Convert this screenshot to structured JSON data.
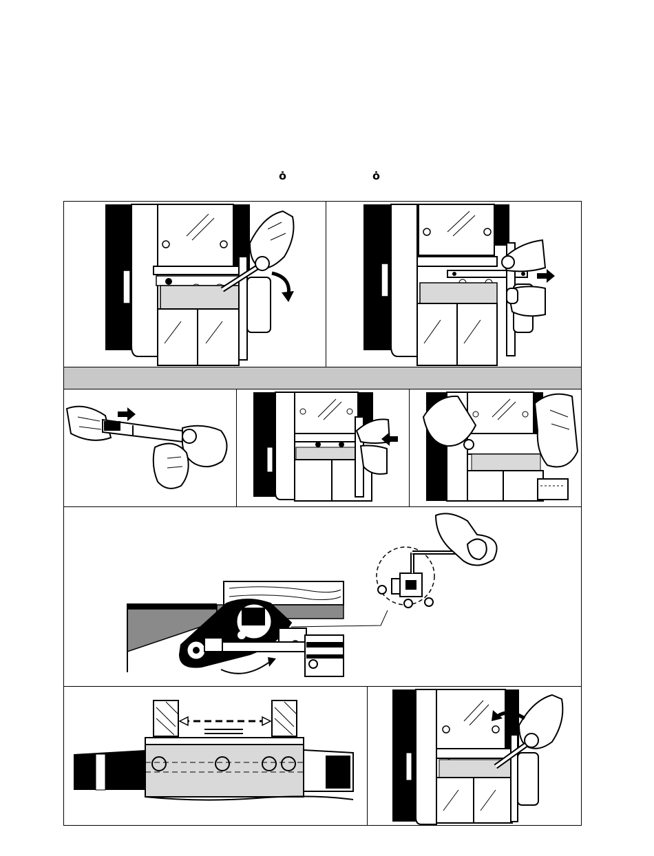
{
  "header": {
    "marks": [
      {
        "text": "ȯ"
      },
      {
        "text": "ȯ"
      }
    ]
  },
  "colors": {
    "line": "#000000",
    "band": "#c8c8c8",
    "shade": "#d9d9d9",
    "dark_shade": "#8a8a8a"
  },
  "illustrations": [
    {
      "id": "fig-1",
      "icon": "wrench-loosen-icon"
    },
    {
      "id": "fig-2",
      "icon": "pull-blade-icon"
    },
    {
      "id": "fig-3",
      "icon": "blade-holder-icon"
    },
    {
      "id": "fig-4",
      "icon": "insert-blade-icon"
    },
    {
      "id": "fig-5",
      "icon": "seat-blade-icon"
    },
    {
      "id": "fig-6",
      "icon": "height-adjust-icon"
    },
    {
      "id": "fig-7",
      "icon": "alignment-icon"
    },
    {
      "id": "fig-8",
      "icon": "wrench-tighten-icon"
    }
  ]
}
